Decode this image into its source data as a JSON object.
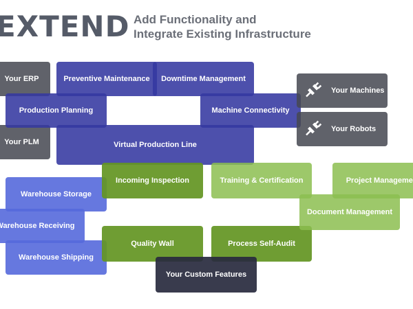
{
  "header": {
    "title": "EXTEND",
    "subtitle_line1": "Add Functionality and",
    "subtitle_line2": "Integrate Existing Infrastructure"
  },
  "tiles": {
    "your_erp": "Your ERP",
    "your_plm": "Your PLM",
    "preventive_maintenance": "Preventive Maintenance",
    "downtime_management": "Downtime Management",
    "production_planning": "Production Planning",
    "machine_connectivity": "Machine Connectivity",
    "virtual_production_line": "Virtual Production Line",
    "your_machines": "Your Machines",
    "your_robots": "Your Robots",
    "incoming_inspection": "Incoming Inspection",
    "training_certification": "Training & Certification",
    "project_management": "Project Management",
    "document_management": "Document Management",
    "warehouse_storage": "Warehouse Storage",
    "warehouse_receiving": "Warehouse Receiving",
    "warehouse_shipping": "Warehouse Shipping",
    "quality_wall": "Quality Wall",
    "process_self_audit": "Process Self-Audit",
    "your_custom_features": "Your Custom Features"
  },
  "icons": {
    "machines": "plug-icon",
    "robots": "plug-icon"
  },
  "colors": {
    "gray": "#464852",
    "navy": "#3438a0",
    "green": "#64962e",
    "light_green": "#8cbe50",
    "blue": "#5569dc",
    "dark": "#282a3e",
    "title": "#555b68",
    "subtitle": "#6b6f78"
  }
}
